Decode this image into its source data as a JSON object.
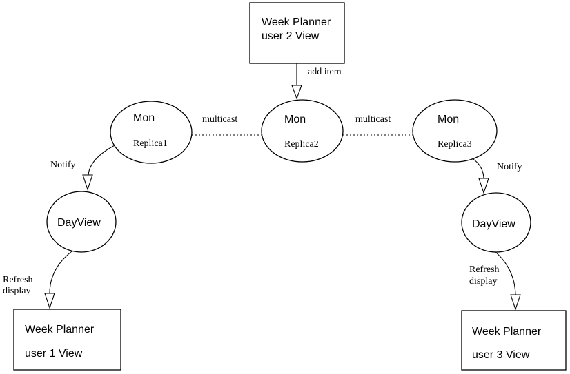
{
  "nodes": {
    "planner_user2": {
      "line1": "Week Planner",
      "line2": "user 2 View"
    },
    "planner_user1": {
      "line1": "Week Planner",
      "line2": "user 1 View"
    },
    "planner_user3": {
      "line1": "Week Planner",
      "line2": "user 3 View"
    },
    "replica1": {
      "day": "Mon",
      "name": "Replica1"
    },
    "replica2": {
      "day": "Mon",
      "name": "Replica2"
    },
    "replica3": {
      "day": "Mon",
      "name": "Replica3"
    },
    "dayview_left": {
      "label": "DayView"
    },
    "dayview_right": {
      "label": "DayView"
    }
  },
  "edges": {
    "add_item": "add item",
    "multicast_left": "multicast",
    "multicast_right": "multicast",
    "notify_left": "Notify",
    "notify_right": "Notify",
    "refresh_left": {
      "line1": "Refresh",
      "line2": "display"
    },
    "refresh_right": {
      "line1": "Refresh",
      "line2": "display"
    }
  }
}
